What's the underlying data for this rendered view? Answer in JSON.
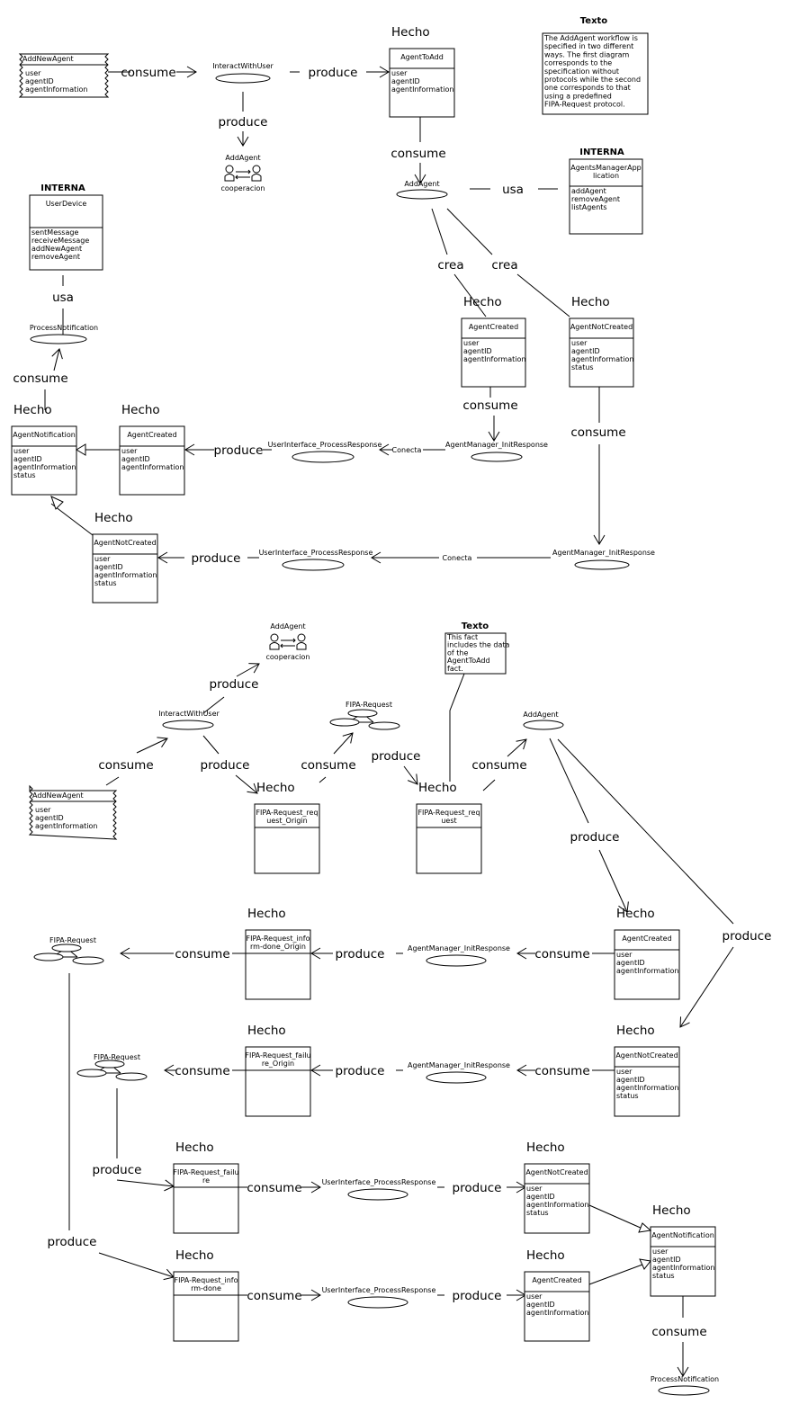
{
  "hecho_label": "Hecho",
  "interna_label": "INTERNA",
  "texto_label": "Texto",
  "cooperacion_label": "cooperacion",
  "relations": {
    "consume": "consume",
    "produce": "produce",
    "usa": "usa",
    "crea": "crea",
    "conecta": "Conecta"
  },
  "attrs": {
    "user": "user",
    "agentID": "agentID",
    "agentInformation": "agentInformation",
    "status": "status"
  },
  "names": {
    "AddNewAgent": "AddNewAgent",
    "InteractWithUser": "InteractWithUser",
    "AgentToAdd": "AgentToAdd",
    "AddAgent": "AddAgent",
    "AgentsManagerApp1": "AgentsManagerApp",
    "AgentsManagerApp2": "lication",
    "addAgent": "addAgent",
    "removeAgent": "removeAgent",
    "listAgents": "listAgents",
    "UserDevice": "UserDevice",
    "sentMessage": "sentMessage",
    "receiveMessage": "receiveMessage",
    "addNewAgent": "addNewAgent",
    "removeAgentOp": "removeAgent",
    "ProcessNotification": "ProcessNotification",
    "AgentCreated": "AgentCreated",
    "AgentNotCreated": "AgentNotCreated",
    "AgentNotification": "AgentNotification",
    "UserInterface_ProcessResponse": "UserInterface_ProcessResponse",
    "AgentManager_InitResponse": "AgentManager_InitResponse",
    "FIPA_Request": "FIPA-Request",
    "FRO1": "FIPA-Request_req",
    "FRO2": "uest_Origin",
    "FR1": "FIPA-Request_req",
    "FR2": "uest",
    "FIDO1": "FIPA-Request_info",
    "FIDO2": "rm-done_Origin",
    "FFO1": "FIPA-Request_failu",
    "FFO2": "re_Origin",
    "FF1": "FIPA-Request_failu",
    "FF2": "re",
    "FID1": "FIPA-Request_info",
    "FID2": "rm-done"
  },
  "texto1": [
    "The AddAgent workflow is",
    "specified in two different",
    "ways. The first diagram",
    "corresponds to the",
    "specification without",
    "protocols while the second",
    "one corresponds to that",
    "using a predefined",
    "FIPA-Request protocol."
  ],
  "texto2": [
    "This fact",
    "includes the data",
    "of the",
    "AgentToAdd",
    "fact."
  ]
}
